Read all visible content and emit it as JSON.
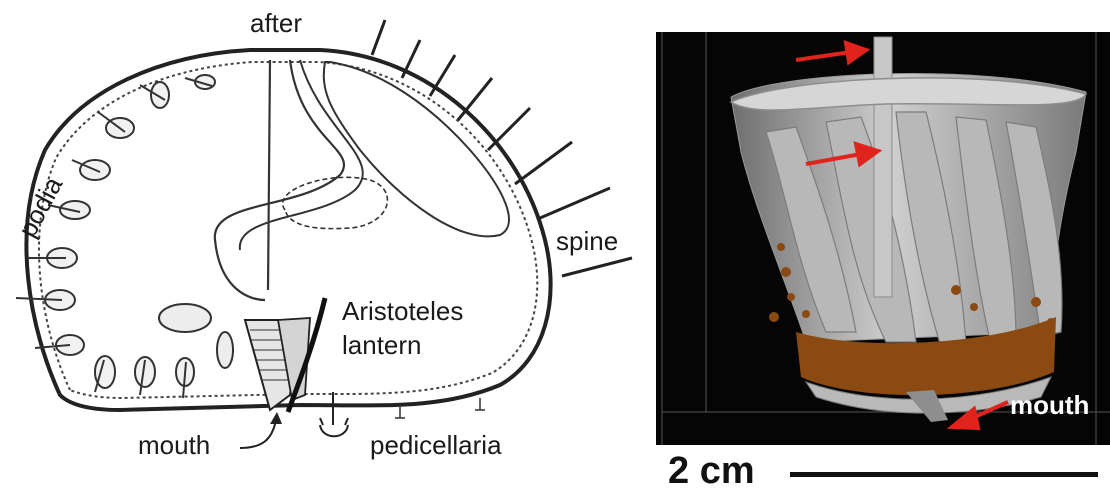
{
  "drawing": {
    "labels": {
      "after": "after",
      "podia": "podia",
      "spine": "spine",
      "lantern_line1": "Aristoteles",
      "lantern_line2": "lantern",
      "mouth": "mouth",
      "pedicellaria": "pedicellaria"
    }
  },
  "ct_image": {
    "mouth_label": "mouth",
    "arrow_color": "#e0231c",
    "sediment_color": "#8a4a12"
  },
  "scale": {
    "text": "2 cm"
  }
}
